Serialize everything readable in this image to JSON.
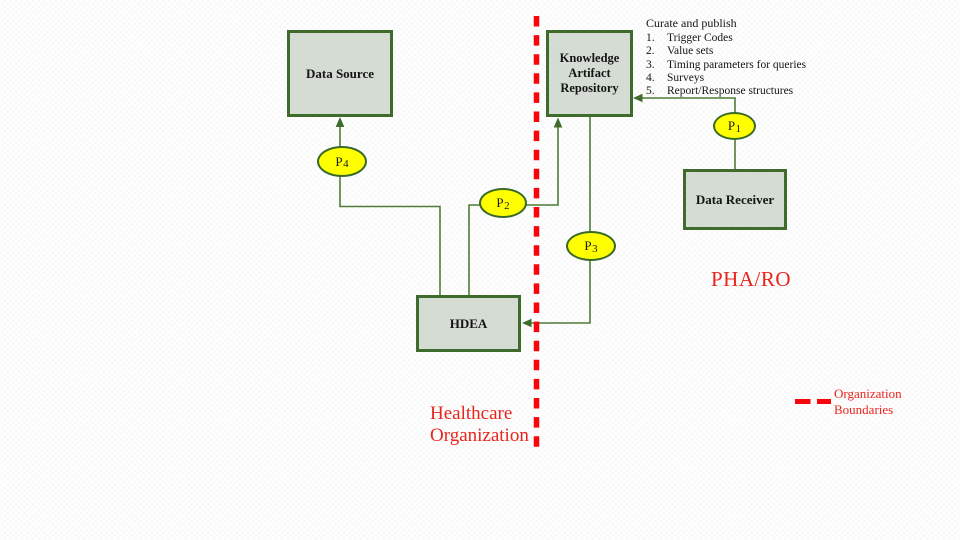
{
  "diagram": {
    "boxes": [
      {
        "id": "data-source",
        "label": "Data Source"
      },
      {
        "id": "knowledge-artifact-repository",
        "label": "Knowledge Artifact Repository"
      },
      {
        "id": "data-receiver",
        "label": "Data Receiver"
      },
      {
        "id": "hdea",
        "label": "HDEA"
      }
    ],
    "process_nodes": [
      {
        "id": "p4",
        "letter": "P",
        "digit": "4"
      },
      {
        "id": "p2",
        "letter": "P",
        "digit": "2"
      },
      {
        "id": "p3",
        "letter": "P",
        "digit": "3"
      },
      {
        "id": "p1",
        "letter": "P",
        "digit": "1"
      }
    ],
    "annotation": {
      "title": "Curate and publish",
      "items": [
        {
          "num": "1.",
          "text": "Trigger Codes"
        },
        {
          "num": "2.",
          "text": "Value sets"
        },
        {
          "num": "3.",
          "text": "Timing parameters for queries"
        },
        {
          "num": "4.",
          "text": "Surveys"
        },
        {
          "num": "5.",
          "text": "Report/Response structures"
        }
      ]
    },
    "region_labels": {
      "right_region": "PHA/RO",
      "left_region": "Healthcare Organization"
    },
    "legend": {
      "boundary_label": "Organization Boundaries"
    },
    "colors": {
      "box_fill": "#d4dcd3",
      "box_border": "#3f6b2c",
      "connector_green": "#4f7d37",
      "node_fill": "#ffff00",
      "node_border": "#3a6a2a",
      "boundary_red": "#fa040c",
      "red_text": "#e8251d"
    }
  }
}
